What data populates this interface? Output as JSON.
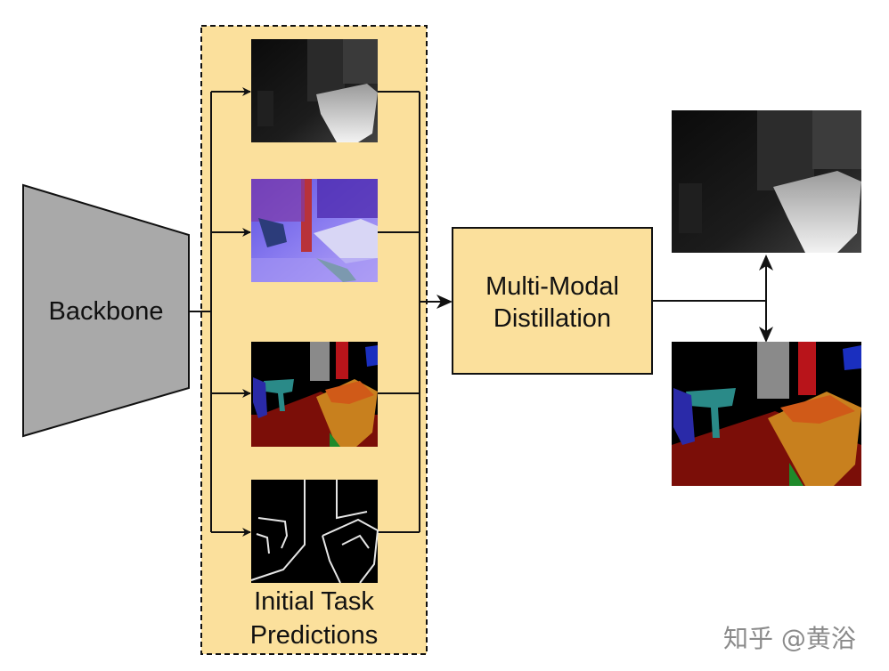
{
  "diagram": {
    "backbone_label": "Backbone",
    "distillation_label_line1": "Multi-Modal",
    "distillation_label_line2": "Distillation",
    "predictions_label_line1": "Initial Task",
    "predictions_label_line2": "Predictions",
    "watermark": "知乎 @黄浴"
  },
  "colors": {
    "panel_fill": "#fbe09c",
    "box_fill": "#fbe09c",
    "backbone_fill": "#a9a9a9",
    "stroke": "#111111"
  },
  "images": [
    {
      "name": "depth-prediction-image",
      "kind": "depth"
    },
    {
      "name": "normals-prediction-image",
      "kind": "normals"
    },
    {
      "name": "segmentation-prediction-image",
      "kind": "segmentation"
    },
    {
      "name": "edges-prediction-image",
      "kind": "edges"
    },
    {
      "name": "final-depth-output-image",
      "kind": "depth"
    },
    {
      "name": "final-segmentation-output-image",
      "kind": "segmentation"
    }
  ]
}
